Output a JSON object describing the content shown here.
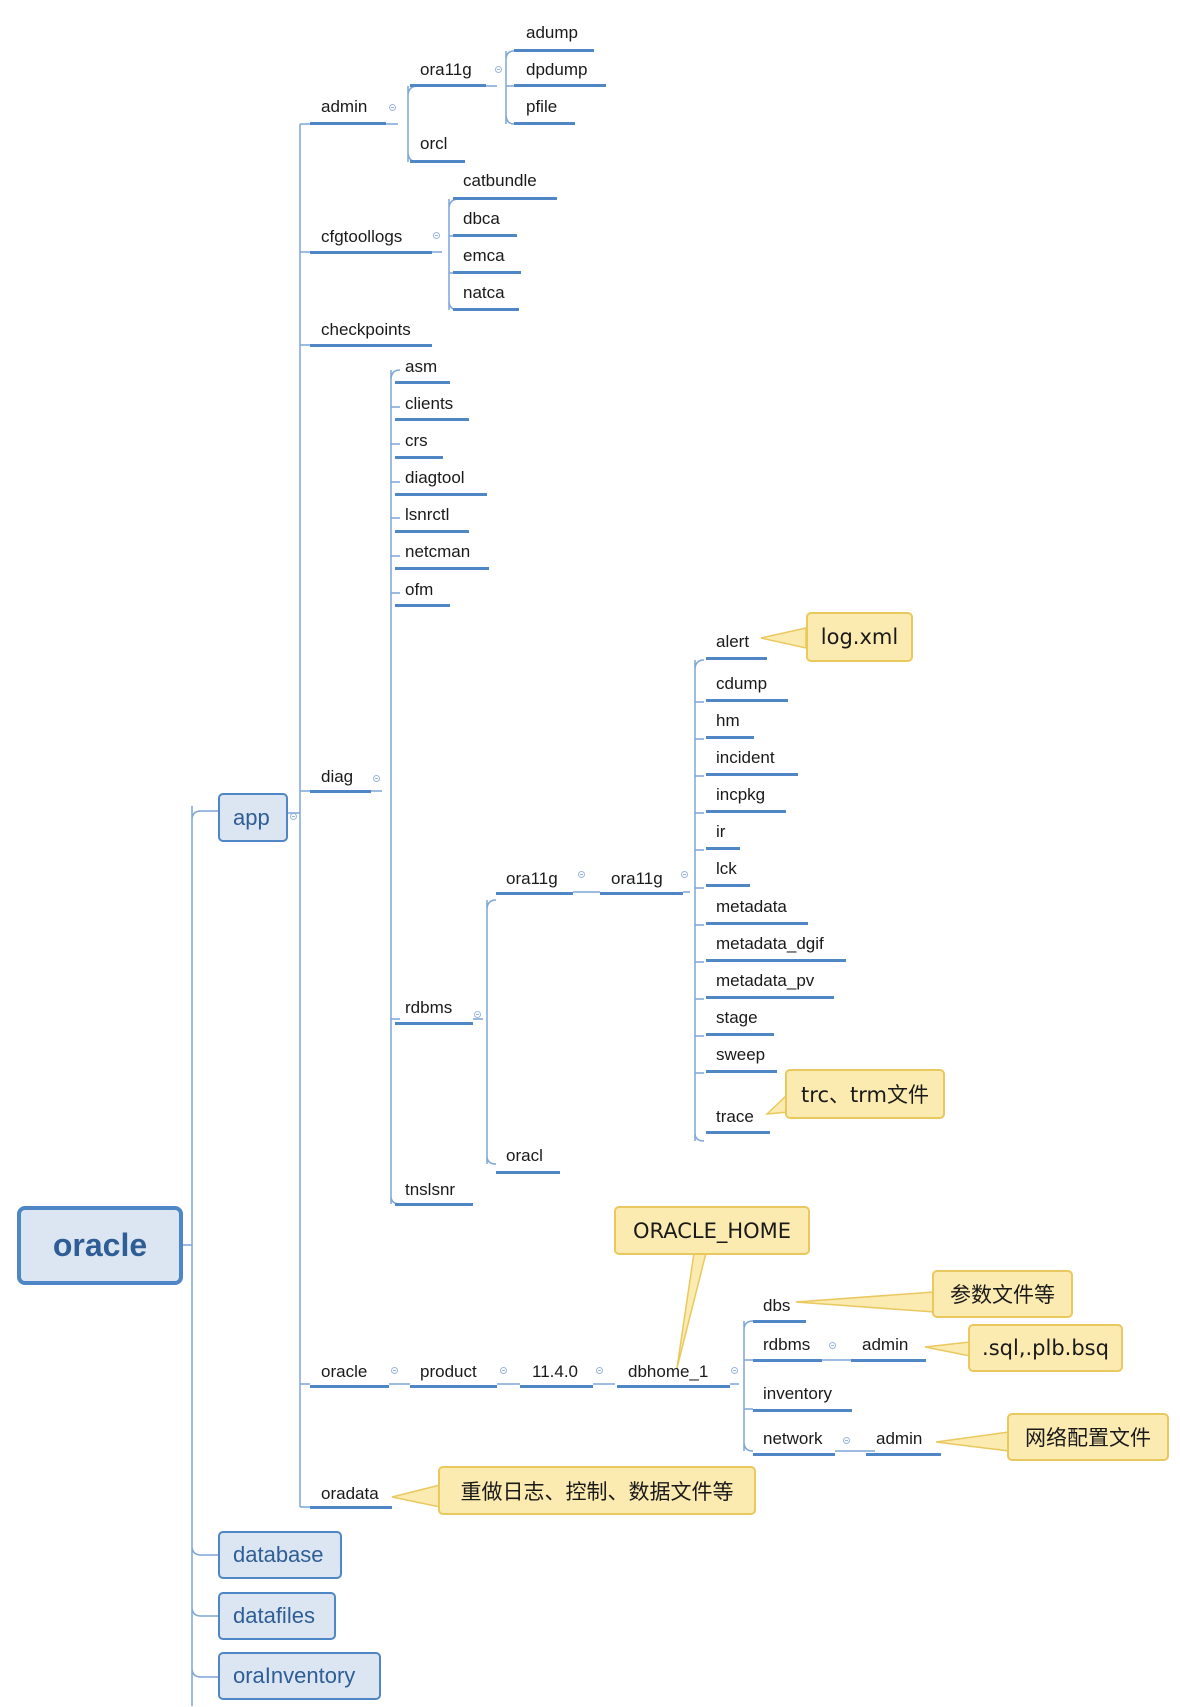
{
  "root": "oracle",
  "app": "app",
  "database": "database",
  "datafiles": "datafiles",
  "oraInventory": "oraInventory",
  "admin": {
    "label": "admin",
    "ora11g": "ora11g",
    "adump": "adump",
    "dpdump": "dpdump",
    "pfile": "pfile",
    "orcl": "orcl"
  },
  "cfgtoollogs": {
    "label": "cfgtoollogs",
    "catbundle": "catbundle",
    "dbca": "dbca",
    "emca": "emca",
    "natca": "natca"
  },
  "checkpoints": "checkpoints",
  "diag": {
    "label": "diag",
    "asm": "asm",
    "clients": "clients",
    "crs": "crs",
    "diagtool": "diagtool",
    "lsnrctl": "lsnrctl",
    "netcman": "netcman",
    "ofm": "ofm",
    "rdbms": {
      "label": "rdbms",
      "ora11g_db": "ora11g",
      "ora11g_inst": "ora11g",
      "oracl": "oracl",
      "alert": "alert",
      "cdump": "cdump",
      "hm": "hm",
      "incident": "incident",
      "incpkg": "incpkg",
      "ir": "ir",
      "lck": "lck",
      "metadata": "metadata",
      "metadata_dgif": "metadata_dgif",
      "metadata_pv": "metadata_pv",
      "stage": "stage",
      "sweep": "sweep",
      "trace": "trace"
    },
    "tnslsnr": "tnslsnr"
  },
  "oracle_home": {
    "label": "oracle",
    "product": "product",
    "version": "11.4.0",
    "dbhome": "dbhome_1",
    "dbs": "dbs",
    "rdbms": "rdbms",
    "rdbms_admin": "admin",
    "inventory": "inventory",
    "network": "network",
    "network_admin": "admin"
  },
  "oradata": "oradata",
  "callouts": {
    "alert": "log.xml",
    "trace": "trc、trm文件",
    "dbhome": "ORACLE_HOME",
    "dbs": "参数文件等",
    "rdbms_admin": ".sql,.plb.bsq",
    "network_admin": "网络配置文件",
    "oradata": "重做日志、控制、数据文件等"
  },
  "colors": {
    "line": "#4f86c6",
    "box_fill": "#dce6f3",
    "box_text": "#2f5d96",
    "callout_fill": "#fcebb1",
    "callout_border": "#e9c85e"
  }
}
